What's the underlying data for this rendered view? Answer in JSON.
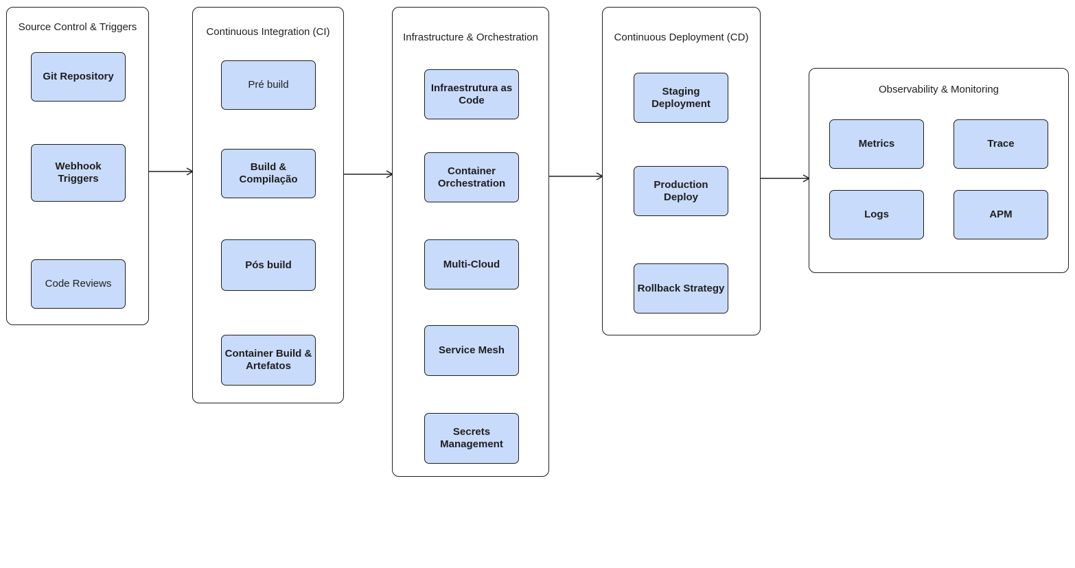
{
  "groups": {
    "source": {
      "title": "Source Control & Triggers"
    },
    "ci": {
      "title": "Continuous Integration (CI)"
    },
    "infra": {
      "title": "Infrastructure & Orchestration"
    },
    "cd": {
      "title": "Continuous Deployment (CD)"
    },
    "obs": {
      "title": "Observability & Monitoring"
    }
  },
  "nodes": {
    "git_repository": "Git Repository",
    "webhook_triggers": "Webhook Triggers",
    "code_reviews": "Code Reviews",
    "pre_build": "Pré build",
    "build_compilacao": "Build & Compilação",
    "pos_build": "Pós build",
    "container_build": "Container Build & Artefatos",
    "iac": "Infraestrutura as Code",
    "container_orchestration": "Container Orchestration",
    "multi_cloud": "Multi-Cloud",
    "service_mesh": "Service Mesh",
    "secrets_management": "Secrets Management",
    "staging_deployment": "Staging Deployment",
    "production_deploy": "Production Deploy",
    "rollback_strategy": "Rollback Strategy",
    "metrics": "Metrics",
    "trace": "Trace",
    "logs": "Logs",
    "apm": "APM"
  },
  "colors": {
    "node_fill": "#c9dbfb",
    "stroke": "#1e1e1e",
    "background": "#ffffff"
  }
}
